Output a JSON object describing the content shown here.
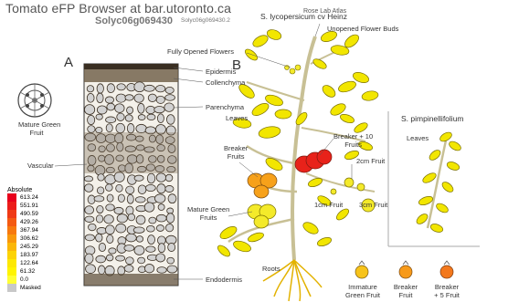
{
  "header": {
    "title": "Tomato eFP Browser at bar.utoronto.ca",
    "atlas": "Rose Lab Atlas",
    "gene_id": "Solyc06g069430",
    "gene_id_small": "Solyc06g069430.2"
  },
  "panel_a": {
    "letter": "A",
    "fruit_label_line1": "Mature Green",
    "fruit_label_line2": "Fruit",
    "tissues": [
      "Epidermis",
      "Collenchyma",
      "Parenchyma",
      "Vascular",
      "Endodermis"
    ]
  },
  "panel_b": {
    "letter": "B",
    "species": "S. lycopersicum cv Heinz",
    "labels": {
      "unopened": "Unopened Flower Buds",
      "fully_opened": "Fully Opened Flowers",
      "leaves": "Leaves",
      "breaker10_1": "Breaker + 10",
      "breaker10_2": "Fruits",
      "breaker_1": "Breaker",
      "breaker_2": "Fruits",
      "fruit2cm": "2cm Fruit",
      "mature_green_1": "Mature Green",
      "mature_green_2": "Fruits",
      "fruit1cm": "1cm Fruit",
      "fruit3cm": "3cm Fruit",
      "roots": "Roots"
    }
  },
  "panel_c": {
    "species": "S. pimpinellifolium",
    "leaves": "Leaves",
    "fruits": [
      {
        "line1": "Immature",
        "line2": "Green Fruit"
      },
      {
        "line1": "Breaker",
        "line2": "Fruit"
      },
      {
        "line1": "Breaker",
        "line2": "+ 5 Fruit"
      }
    ]
  },
  "legend": {
    "title": "Absolute",
    "entries": [
      {
        "value": "613.24",
        "color": "#e8001c"
      },
      {
        "value": "551.91",
        "color": "#ec1c1a"
      },
      {
        "value": "490.59",
        "color": "#f03a16"
      },
      {
        "value": "429.26",
        "color": "#f45a12"
      },
      {
        "value": "367.94",
        "color": "#f7790e"
      },
      {
        "value": "306.62",
        "color": "#f9980b"
      },
      {
        "value": "245.29",
        "color": "#fbb708"
      },
      {
        "value": "183.97",
        "color": "#fcd305"
      },
      {
        "value": "122.64",
        "color": "#fde803"
      },
      {
        "value": "61.32",
        "color": "#fff400"
      },
      {
        "value": "0.0",
        "color": "#ffff33"
      },
      {
        "value": "Masked",
        "color": "#c8c8c8"
      }
    ]
  },
  "colors": {
    "leaf_yellow": "#f2e600",
    "leaf_stroke": "#7a7000",
    "breaker_fruit": "#f7a11a",
    "b10_fruit": "#e8221a",
    "green_fruit": "#f4ea2a",
    "section_cells": "#d2d2d2"
  }
}
